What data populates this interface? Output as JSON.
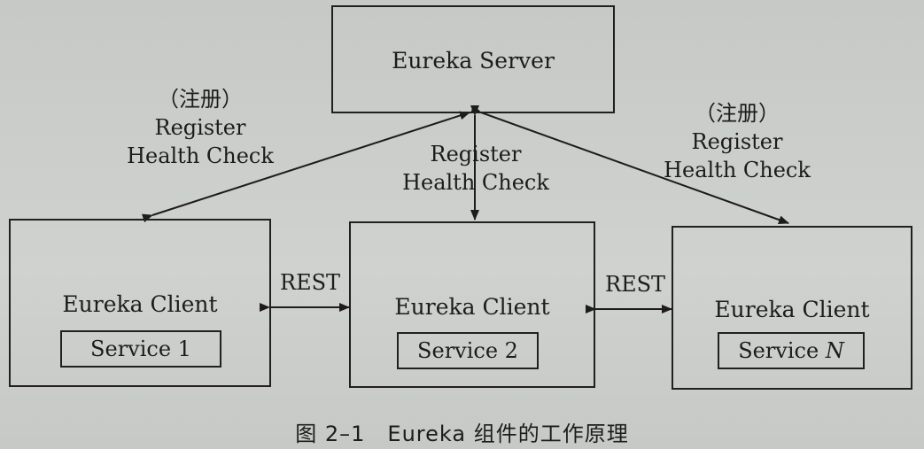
{
  "server": {
    "title": "Eureka Server"
  },
  "clients": [
    {
      "title": "Eureka Client",
      "service": "Service 1"
    },
    {
      "title": "Eureka Client",
      "service": "Service 2"
    },
    {
      "title": "Eureka Client",
      "service_prefix": "Service ",
      "service_var": "N"
    }
  ],
  "left_label": {
    "cn": "（注册）",
    "line1": "Register",
    "line2": "Health Check"
  },
  "center_label": {
    "line1": "Register",
    "line2": "Health Check"
  },
  "right_label": {
    "cn": "（注册）",
    "line1": "Register",
    "line2": "Health Check"
  },
  "rest_left": "REST",
  "rest_right": "REST",
  "caption": "图 2–1　Eureka 组件的工作原理"
}
